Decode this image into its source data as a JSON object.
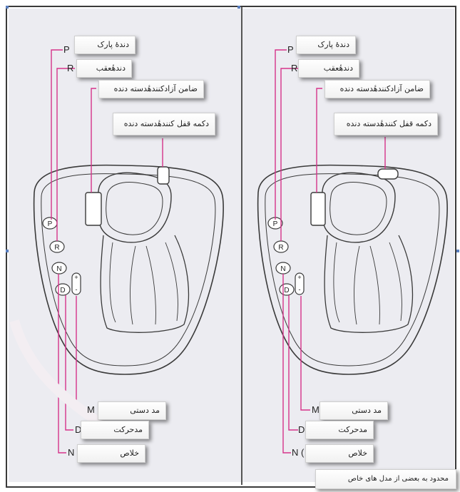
{
  "left_panel": {
    "letters": {
      "p": "P",
      "r": "R",
      "m": "M",
      "d": "D",
      "n": "N"
    },
    "callouts": {
      "park": "دندهٔ پارک",
      "reverse": "دندهٔعقب",
      "shift_lock_release": "ضامن آزادکنندهٔدسته دنده",
      "shift_lock_button": "دکمه قفل کنندهٔدسته دنده",
      "manual_mode": "مد دستی",
      "drive": "مدحرکت",
      "neutral": "خلاص"
    },
    "gate_labels": {
      "p": "P",
      "r": "R",
      "n": "N",
      "d": "D",
      "plus": "+",
      "minus": "-"
    }
  },
  "right_panel": {
    "letters": {
      "p": "P",
      "r": "R",
      "m": "M",
      "d": "D",
      "n": "N ("
    },
    "callouts": {
      "park": "دندهٔ پارک",
      "reverse": "دندهٔعقب",
      "shift_lock_release": "ضامن آزادکنندهٔدسته دنده",
      "shift_lock_button": "دکمه قفل کنندهٔدسته دنده",
      "manual_mode": "مد دستی",
      "drive": "مدحرکت",
      "neutral": "خلاص"
    },
    "gate_labels": {
      "p": "P",
      "r": "R",
      "n": "N",
      "d": "D",
      "plus": "+",
      "minus": "-"
    }
  },
  "footnote": "محدود به بعضی از مدل های خاص",
  "colors": {
    "leader_line": "#d6338a",
    "panel_bg": "#ececf1",
    "outline": "#3a3a3a"
  }
}
